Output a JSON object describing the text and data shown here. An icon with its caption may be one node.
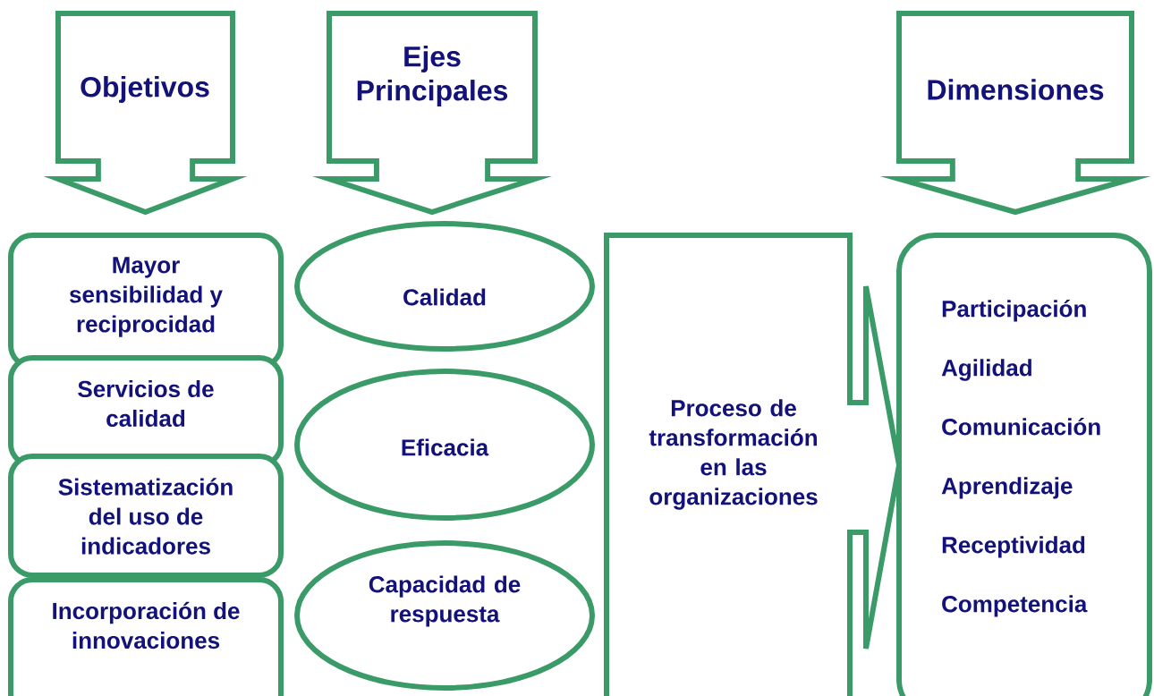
{
  "diagram": {
    "nodes": [
      {
        "text": [
          "Objetivos"
        ]
      },
      {
        "text": [
          "Ejes Principales"
        ]
      },
      {
        "text": [
          "Dimensiones"
        ]
      },
      {
        "text": [
          "Mayor sensibilidad y reciprocidad"
        ]
      },
      {
        "text": [
          "Servicios de calidad"
        ]
      },
      {
        "text": [
          "Sistematización del uso de indicadores"
        ]
      },
      {
        "text": [
          "Incorporación de innovaciones"
        ]
      },
      {
        "text": [
          "Calidad"
        ]
      },
      {
        "text": [
          "Eficacia"
        ]
      },
      {
        "text": [
          "Capacidad de respuesta"
        ]
      },
      {
        "text": [
          "Proceso de transformación en las organizaciones"
        ]
      },
      {
        "text": [
          "Participación",
          "Agilidad",
          "Comunicación",
          "Aprendizaje",
          "Receptividad",
          "Competencia"
        ]
      }
    ]
  }
}
